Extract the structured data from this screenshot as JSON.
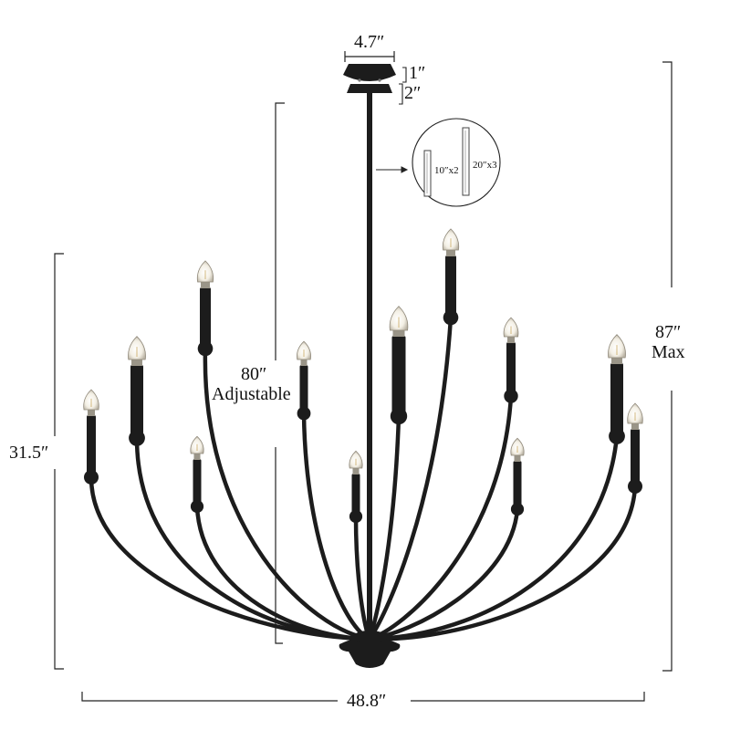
{
  "dimensions": {
    "canopy_width": "4.7″",
    "canopy_height_1": "1″",
    "canopy_height_2": "2″",
    "rod_lengths": [
      "10″x2",
      "20″x3"
    ],
    "height_adjustable_value": "80″",
    "height_adjustable_word": "Adjustable",
    "fixture_height": "31.5″",
    "max_height_value": "87″",
    "max_height_word": "Max",
    "fixture_width": "48.8″"
  },
  "colors": {
    "fixture": "#1c1c1c",
    "line": "#222222",
    "bulb": "#f6f2e8",
    "background": "#ffffff"
  },
  "icons": {
    "bulb": "candle-bulb-icon",
    "rod_inset": "rod-inset-icon"
  }
}
